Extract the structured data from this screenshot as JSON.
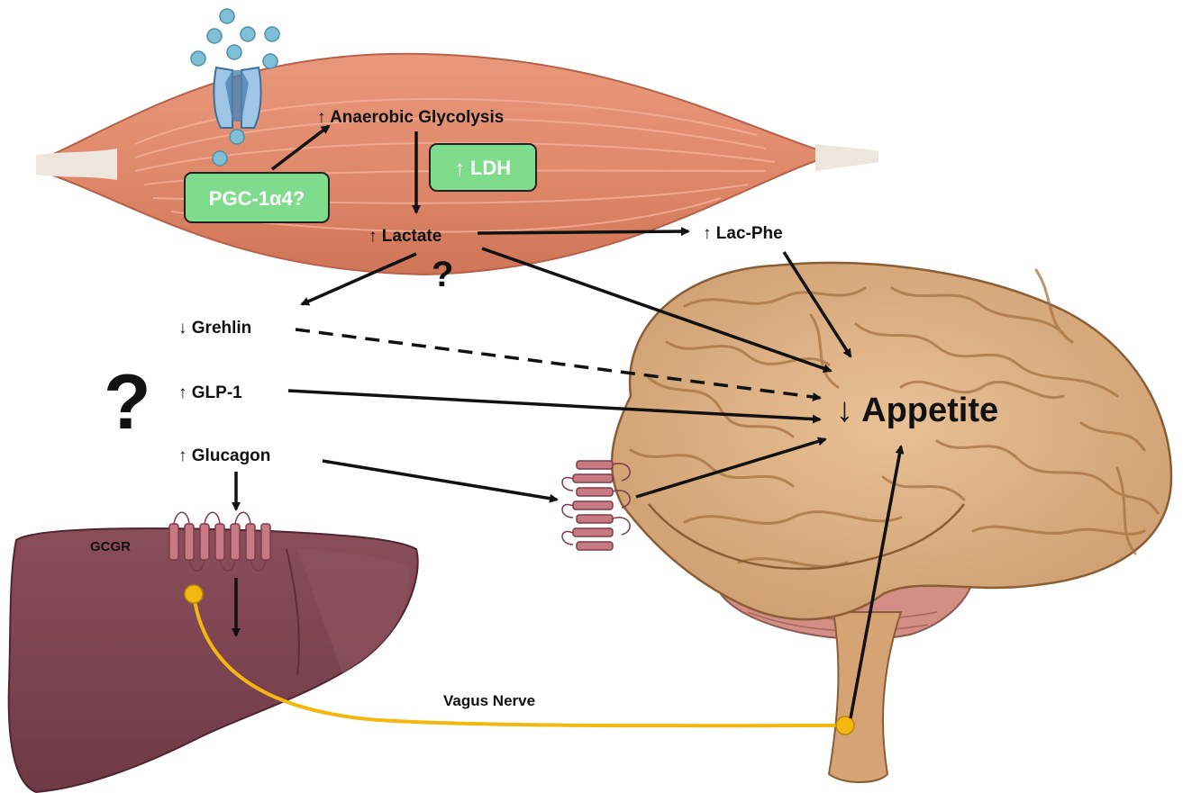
{
  "labels": {
    "anaerobic_glycolysis": "↑ Anaerobic Glycolysis",
    "ldh": "↑ LDH",
    "pgc": "PGC-1α4?",
    "lactate": "↑ Lactate",
    "lac_phe": "↑ Lac-Phe",
    "question_small": "?",
    "grehlin": "↓ Grehlin",
    "question_big": "?",
    "glp1": "↑ GLP-1",
    "glucagon": "↑ Glucagon",
    "appetite": "↓ Appetite",
    "gcgr": "GCGR",
    "vagus": "Vagus Nerve"
  },
  "colors": {
    "muscle": "#e08a6c",
    "muscle_dark": "#c96a4e",
    "tendon": "#ede6dc",
    "green_box": "#7fdc8c",
    "brain": "#dcae82",
    "brain_dark": "#b98552",
    "liver": "#7c4350",
    "liver_dark": "#5e2f3a",
    "receptor": "#c87a84",
    "nerve": "#f2b80f",
    "channel": "#9fc6e6",
    "droplet": "#7fc0d8"
  }
}
